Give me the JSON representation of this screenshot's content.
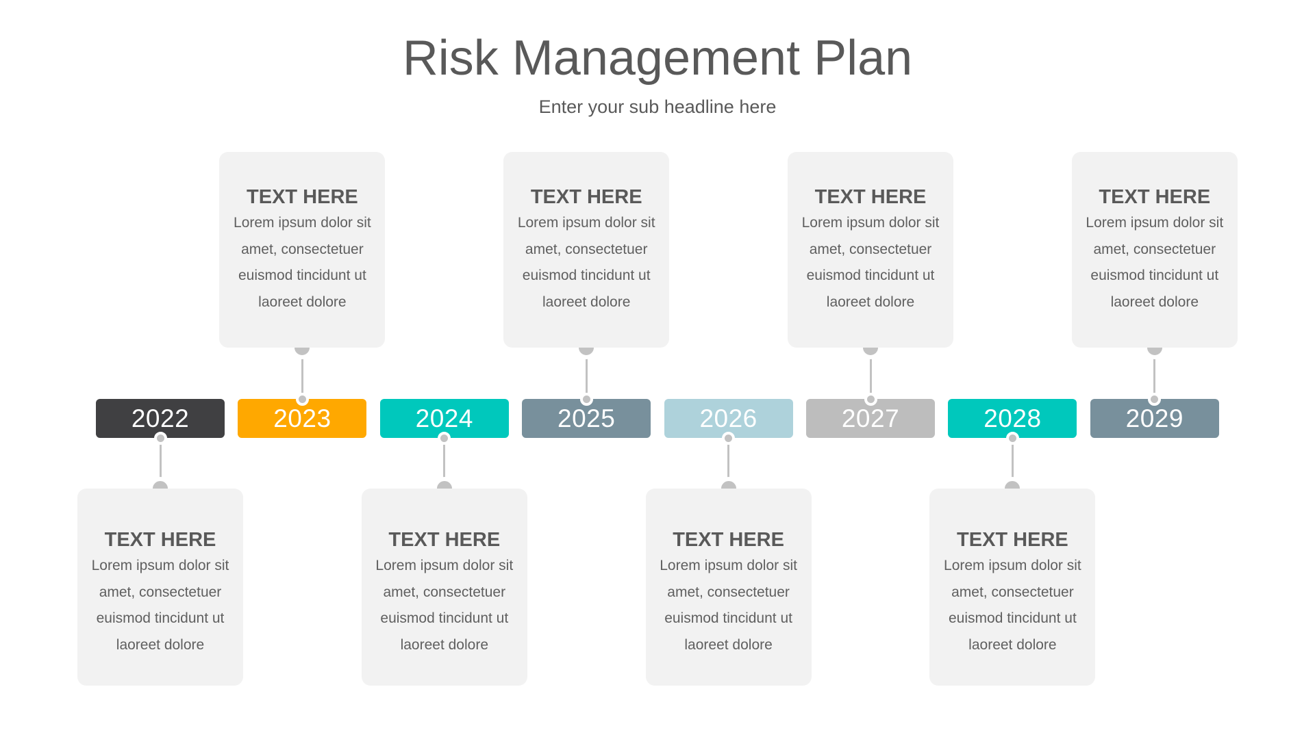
{
  "header": {
    "title": "Risk Management Plan",
    "subtitle": "Enter your sub headline here"
  },
  "colors": {
    "text": "#595959",
    "card_bg": "#F2F2F2",
    "connector": "#C2C2C2",
    "bar_2022": "#404042",
    "bar_2023": "#FFA800",
    "bar_2024": "#00C8BC",
    "bar_2025": "#78909C",
    "bar_2026": "#AED2DB",
    "bar_2027": "#BDBDBD",
    "bar_2028": "#00C8BC",
    "bar_2029": "#78909C"
  },
  "timeline": {
    "milestones": [
      {
        "year": "2022",
        "color": "#404042",
        "position": "bottom",
        "card_title": "TEXT HERE",
        "lines": [
          "Lorem ipsum dolor sit",
          "amet, consectetuer",
          "euismod tincidunt ut",
          "laoreet dolore"
        ]
      },
      {
        "year": "2023",
        "color": "#FFA800",
        "position": "top",
        "card_title": "TEXT HERE",
        "lines": [
          "Lorem ipsum dolor sit",
          "amet, consectetuer",
          "euismod tincidunt ut",
          "laoreet dolore"
        ]
      },
      {
        "year": "2024",
        "color": "#00C8BC",
        "position": "bottom",
        "card_title": "TEXT HERE",
        "lines": [
          "Lorem ipsum dolor sit",
          "amet, consectetuer",
          "euismod tincidunt ut",
          "laoreet dolore"
        ]
      },
      {
        "year": "2025",
        "color": "#78909C",
        "position": "top",
        "card_title": "TEXT HERE",
        "lines": [
          "Lorem ipsum dolor sit",
          "amet, consectetuer",
          "euismod tincidunt ut",
          "laoreet dolore"
        ]
      },
      {
        "year": "2026",
        "color": "#AED2DB",
        "position": "bottom",
        "card_title": "TEXT HERE",
        "lines": [
          "Lorem ipsum dolor sit",
          "amet, consectetuer",
          "euismod tincidunt ut",
          "laoreet dolore"
        ]
      },
      {
        "year": "2027",
        "color": "#BDBDBD",
        "position": "top",
        "card_title": "TEXT HERE",
        "lines": [
          "Lorem ipsum dolor sit",
          "amet, consectetuer",
          "euismod tincidunt ut",
          "laoreet dolore"
        ]
      },
      {
        "year": "2028",
        "color": "#00C8BC",
        "position": "bottom",
        "card_title": "TEXT HERE",
        "lines": [
          "Lorem ipsum dolor sit",
          "amet, consectetuer",
          "euismod tincidunt ut",
          "laoreet dolore"
        ]
      },
      {
        "year": "2029",
        "color": "#78909C",
        "position": "top",
        "card_title": "TEXT HERE",
        "lines": [
          "Lorem ipsum dolor sit",
          "amet, consectetuer",
          "euismod tincidunt ut",
          "laoreet dolore"
        ]
      }
    ]
  }
}
